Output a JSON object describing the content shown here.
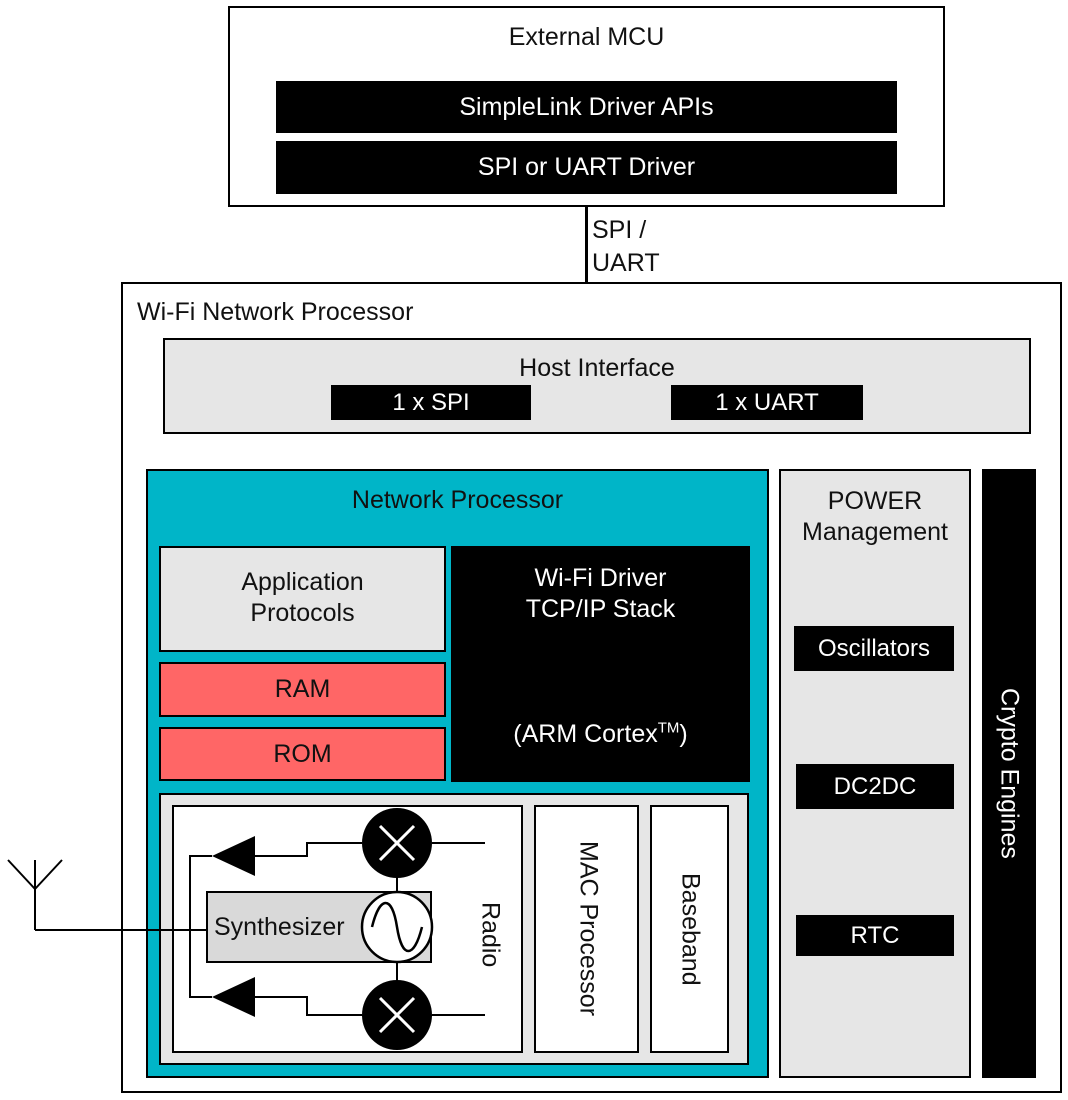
{
  "external_mcu": {
    "title": "External MCU",
    "layers": [
      "SimpleLink Driver APIs",
      "SPI or UART Driver"
    ]
  },
  "link_label": [
    "SPI /",
    "UART"
  ],
  "wifi_np": {
    "title": "Wi-Fi Network Processor",
    "host_interface": {
      "title": "Host Interface",
      "ports": [
        "1 x SPI",
        "1 x UART"
      ]
    },
    "network_processor": {
      "title": "Network Processor",
      "app_protocols": [
        "Application",
        "Protocols"
      ],
      "ram": "RAM",
      "rom": "ROM",
      "wifi_driver": [
        "Wi-Fi Driver",
        "TCP/IP Stack"
      ],
      "arm_cortex": "(ARM Cortex",
      "tm": "TM",
      "arm_close": ")"
    },
    "radio_section": {
      "synthesizer": "Synthesizer",
      "radio": "Radio",
      "mac_processor": "MAC Processor",
      "baseband": "Baseband"
    },
    "power": {
      "title": [
        "POWER",
        "Management"
      ],
      "items": [
        "Oscillators",
        "DC2DC",
        "RTC"
      ]
    },
    "crypto": "Crypto Engines"
  },
  "colors": {
    "teal": "#00b5c8",
    "memory_red": "#ff6666",
    "gray_fill": "#e6e6e6",
    "synth_gray": "#d9d9d9"
  }
}
